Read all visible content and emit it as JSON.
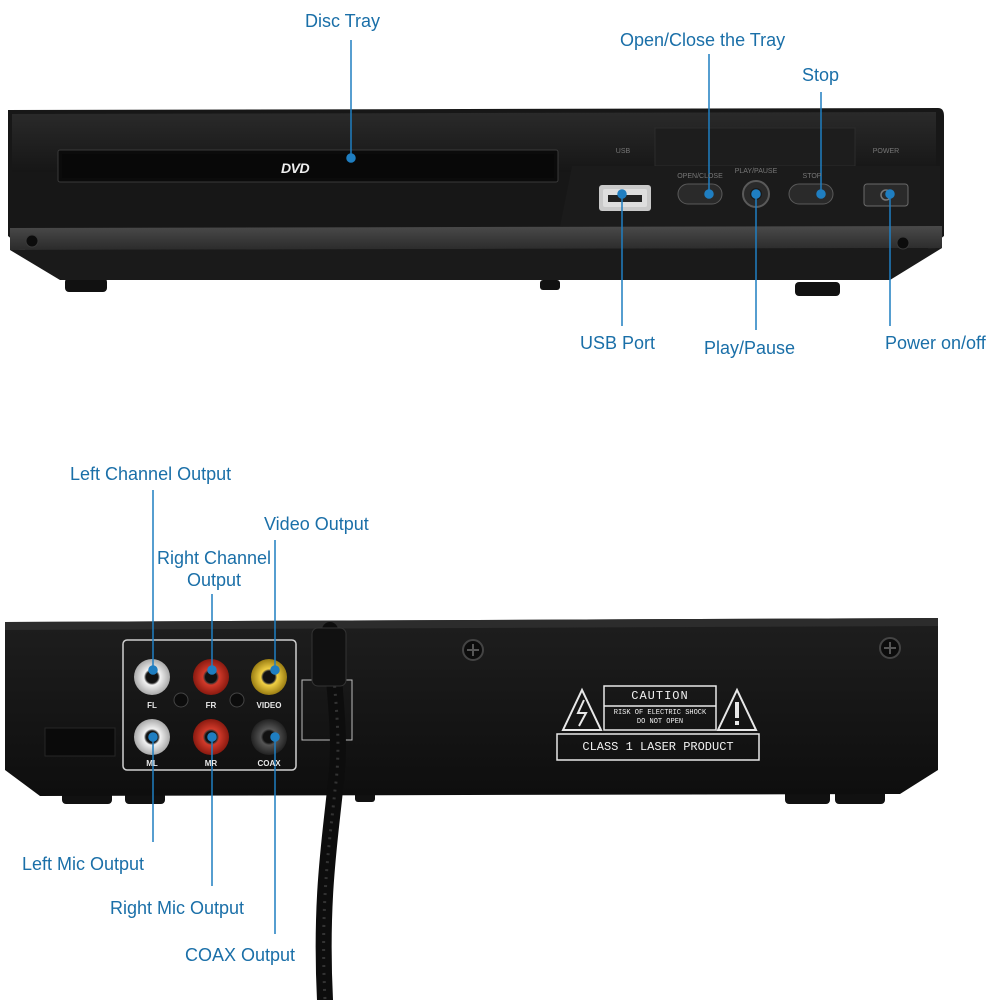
{
  "front_view": {
    "logo": "DVD",
    "panel_labels": {
      "usb": "USB",
      "open_close": "OPEN/CLOSE",
      "play_pause": "PLAY/PAUSE",
      "stop": "STOP",
      "power": "POWER"
    },
    "callouts": {
      "disc_tray": "Disc Tray",
      "open_close": "Open/Close the Tray",
      "stop": "Stop",
      "usb_port": "USB Port",
      "play_pause": "Play/Pause",
      "power": "Power on/off"
    }
  },
  "rear_view": {
    "jack_labels": {
      "fl": "FL",
      "fr": "FR",
      "video": "VIDEO",
      "ml": "ML",
      "mr": "MR",
      "coax": "COAX"
    },
    "caution": {
      "title": "CAUTION",
      "line1": "RISK OF ELECTRIC SHOCK",
      "line2": "DO NOT OPEN",
      "laser": "CLASS 1 LASER PRODUCT"
    },
    "callouts": {
      "left_channel": "Left Channel Output",
      "video": "Video Output",
      "right_channel": "Right Channel Output",
      "left_mic": "Left Mic Output",
      "right_mic": "Right Mic Output",
      "coax": "COAX Output"
    }
  },
  "colors": {
    "callout_blue": "#1a6fa8",
    "dot_blue": "#1f7ec1",
    "body_black": "#141414"
  }
}
